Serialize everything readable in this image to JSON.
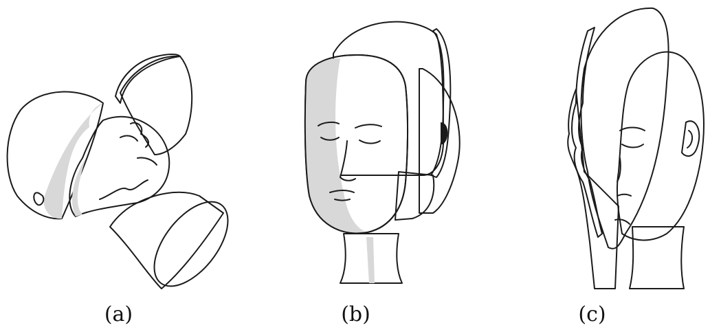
{
  "figure": {
    "panels": [
      {
        "caption": "(a)"
      },
      {
        "caption": "(b)"
      },
      {
        "caption": "(c)"
      }
    ],
    "colors": {
      "skin": "#ffffff",
      "shade": "#d8d8d8",
      "cut_surface": "#6e6e6e",
      "outline": "#1a1a1a"
    }
  }
}
